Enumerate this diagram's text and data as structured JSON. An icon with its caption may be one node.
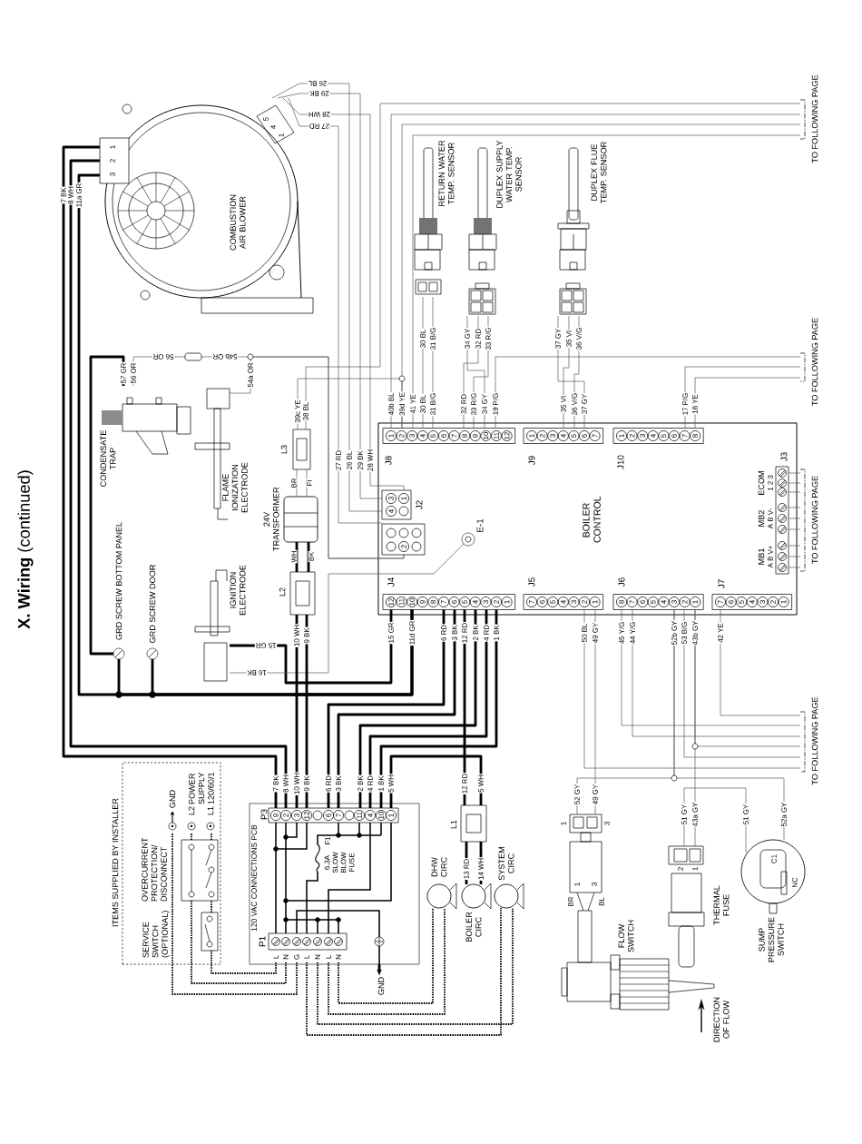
{
  "diagram": {
    "title": "**X. Wiring** (continued)",
    "nodes": [
      {
        "text": [
          "COMBUSTION AIR BLOWER",
          "1",
          "2",
          "3",
          "5",
          "4",
          "1"
        ]
      },
      {
        "text": [
          "TO FOLLOWING PAGE"
        ]
      },
      {
        "text": [
          "RETURN WATER TEMP. SENSOR"
        ]
      },
      {
        "text": [
          "DUPLEX SUPPLY WATER TEMP. SENSOR"
        ]
      },
      {
        "text": [
          "DUPLEX FLUE TEMP. SENSOR"
        ]
      },
      {
        "text": [
          "CONDENSATE TRAP"
        ]
      },
      {
        "text": [
          "FLAME IONIZATION ELECTRODE"
        ]
      },
      {
        "text": [
          "L3"
        ]
      },
      {
        "text": [
          "24V TRANSFORMER"
        ]
      },
      {
        "text": [
          "L2"
        ]
      },
      {
        "text": [
          "IGNITION ELECTRODE"
        ]
      },
      {
        "text": [
          "GRD SCREW BOTTOM PANEL"
        ]
      },
      {
        "text": [
          "GRD SCREW DOOR"
        ]
      },
      {
        "text": [
          "TO FOLLOWING PAGE"
        ]
      },
      {
        "text": [
          "BOILER CONTROL"
        ]
      },
      {
        "text": [
          "J8",
          "1",
          "2",
          "3",
          "4",
          "5",
          "6",
          "7",
          "8",
          "9",
          "10",
          "11",
          "12"
        ],
        "in": 14
      },
      {
        "text": [
          "J9",
          "1",
          "2",
          "3",
          "4",
          "5",
          "6",
          "7"
        ],
        "in": 14
      },
      {
        "text": [
          "J10",
          "1",
          "2",
          "3",
          "4",
          "5",
          "6",
          "7",
          "8"
        ],
        "in": 14
      },
      {
        "text": [
          "J2",
          "3",
          "1",
          "4",
          "2"
        ],
        "in": 14
      },
      {
        "text": [
          "E-1"
        ],
        "in": 14
      },
      {
        "text": [
          "J3",
          "ECOM",
          "1 2 3",
          "MB2",
          "A B V-",
          "MB1",
          "A B V+"
        ],
        "in": 14
      },
      {
        "text": [
          "J4",
          "12",
          "11",
          "10",
          "9",
          "8",
          "7",
          "6",
          "5",
          "4",
          "3",
          "2",
          "1"
        ],
        "in": 14
      },
      {
        "text": [
          "J5",
          "7",
          "6",
          "5",
          "4",
          "3",
          "2",
          "1"
        ],
        "in": 14
      },
      {
        "text": [
          "J6",
          "8",
          "7",
          "6",
          "5",
          "4",
          "3",
          "2",
          "1"
        ],
        "in": 14
      },
      {
        "text": [
          "J7",
          "7",
          "6",
          "5",
          "4",
          "3",
          "2",
          "1"
        ],
        "in": 14
      },
      {
        "text": [
          "TO FOLLOWING PAGE"
        ]
      },
      {
        "text": [
          "TO FOLLOWING PAGE"
        ]
      },
      {
        "text": [
          "ITEMS SUPPLIED BY INSTALLER"
        ]
      },
      {
        "text": [
          "POWER SUPPLY 120/60/1",
          "GND",
          "L2",
          "L1"
        ],
        "in": 27
      },
      {
        "text": [
          "OVERCURRENT PROTECTION/ DISCONNECT"
        ],
        "in": 27
      },
      {
        "text": [],
        "shape": "box",
        "in": 27
      },
      {
        "text": [
          "120 VAC CONNECTIONS PCB"
        ]
      },
      {
        "text": [
          "P3",
          "9",
          "2",
          "3",
          "12",
          "6",
          "7",
          "11",
          "4",
          "10",
          "1"
        ],
        "in": 31
      },
      {
        "text": [
          "F1",
          "6.3A SLOW BLOW FUSE"
        ],
        "in": 31
      },
      {
        "text": [
          "P1",
          "L",
          "N",
          "G",
          "L",
          "N",
          "L",
          "N"
        ],
        "in": 31
      },
      {
        "text": [
          "GND"
        ]
      },
      {
        "text": [
          "L1"
        ]
      },
      {
        "text": [
          "DHW CIRC"
        ]
      },
      {
        "text": [
          "BOILER CIRC"
        ]
      },
      {
        "text": [
          "SYSTEM CIRC"
        ]
      },
      {
        "text": [
          "FLOW SWITCH",
          "1",
          "3",
          "1",
          "3"
        ]
      },
      {
        "text": [
          "THERMAL FUSE",
          "2",
          "1"
        ]
      },
      {
        "text": [
          "SUMP PRESSURE SWITCH",
          "C1",
          "NC"
        ]
      }
    ],
    "edges": [
      {
        "from": 0,
        "to": 18,
        "arrow": "none"
      },
      {
        "from": 0,
        "to": 18,
        "arrow": "none"
      },
      {
        "from": 0,
        "to": 18,
        "arrow": "none"
      },
      {
        "from": 0,
        "to": 18,
        "arrow": "none"
      },
      {
        "from": 0,
        "to": 32,
        "arrow": "none",
        "style": "thick"
      },
      {
        "from": 0,
        "to": 32,
        "arrow": "none",
        "style": "thick"
      },
      {
        "from": 0,
        "to": 21,
        "arrow": "none",
        "style": "thick"
      },
      {
        "from": 5,
        "to": 11,
        "arrow": "none",
        "style": "thick"
      },
      {
        "from": 11,
        "to": 21,
        "arrow": "none",
        "style": "thick"
      },
      {
        "from": 12,
        "to": 21,
        "arrow": "none",
        "style": "thick"
      },
      {
        "from": 5,
        "to": 18,
        "arrow": "none"
      },
      {
        "from": 6,
        "to": 18,
        "arrow": "none"
      },
      {
        "from": 7,
        "to": 1,
        "arrow": "none"
      },
      {
        "from": 7,
        "to": 15,
        "arrow": "none"
      },
      {
        "from": 15,
        "to": 1,
        "arrow": "none"
      },
      {
        "from": 15,
        "to": 1,
        "arrow": "none"
      },
      {
        "from": 15,
        "to": 1,
        "arrow": "none"
      },
      {
        "from": 2,
        "to": 15,
        "arrow": "none"
      },
      {
        "from": 2,
        "to": 15,
        "arrow": "none"
      },
      {
        "from": 3,
        "to": 15,
        "arrow": "none"
      },
      {
        "from": 3,
        "to": 15,
        "arrow": "none"
      },
      {
        "from": 3,
        "to": 15,
        "arrow": "none"
      },
      {
        "from": 15,
        "to": 13,
        "arrow": "none"
      },
      {
        "from": 4,
        "to": 16,
        "arrow": "none"
      },
      {
        "from": 4,
        "to": 16,
        "arrow": "none"
      },
      {
        "from": 4,
        "to": 16,
        "arrow": "none"
      },
      {
        "from": 17,
        "to": 13,
        "arrow": "none"
      },
      {
        "from": 17,
        "to": 13,
        "arrow": "none"
      },
      {
        "from": 20,
        "to": 25,
        "arrow": "none"
      },
      {
        "from": 20,
        "to": 25,
        "arrow": "none"
      },
      {
        "from": 20,
        "to": 25,
        "arrow": "none"
      },
      {
        "from": 20,
        "to": 25,
        "arrow": "none"
      },
      {
        "from": 20,
        "to": 25,
        "arrow": "none"
      },
      {
        "from": 20,
        "to": 25,
        "arrow": "none"
      },
      {
        "from": 20,
        "to": 25,
        "arrow": "none"
      },
      {
        "from": 20,
        "to": 25,
        "arrow": "none"
      },
      {
        "from": 20,
        "to": 25,
        "arrow": "none"
      },
      {
        "from": 21,
        "to": 10,
        "arrow": "none",
        "style": "thick"
      },
      {
        "from": 10,
        "to": 19,
        "arrow": "none"
      },
      {
        "from": 9,
        "to": 32,
        "arrow": "none",
        "style": "thick"
      },
      {
        "from": 9,
        "to": 32,
        "arrow": "none",
        "style": "thick"
      },
      {
        "from": 9,
        "to": 8,
        "arrow": "none",
        "style": "thick",
        "label": "WH"
      },
      {
        "from": 9,
        "to": 8,
        "arrow": "none",
        "style": "thick",
        "label": "BK"
      },
      {
        "from": 7,
        "to": 8,
        "arrow": "none",
        "label": "BR"
      },
      {
        "from": 7,
        "to": 8,
        "arrow": "none",
        "label": "PI"
      },
      {
        "from": 21,
        "to": 32,
        "arrow": "none",
        "style": "thick"
      },
      {
        "from": 21,
        "to": 32,
        "arrow": "none",
        "style": "thick"
      },
      {
        "from": 21,
        "to": 36,
        "arrow": "none",
        "style": "thick"
      },
      {
        "from": 21,
        "to": 32,
        "arrow": "none",
        "style": "thick"
      },
      {
        "from": 21,
        "to": 32,
        "arrow": "none",
        "style": "thick"
      },
      {
        "from": 21,
        "to": 32,
        "arrow": "none",
        "style": "thick"
      },
      {
        "from": 32,
        "to": 36,
        "arrow": "none",
        "style": "thick"
      },
      {
        "from": 36,
        "to": 38,
        "arrow": "none",
        "style": "thick"
      },
      {
        "from": 36,
        "to": 38,
        "arrow": "none",
        "style": "thick"
      },
      {
        "from": 34,
        "to": 30,
        "arrow": "none",
        "style": "dashed"
      },
      {
        "from": 34,
        "to": 29,
        "arrow": "none",
        "style": "dashed"
      },
      {
        "from": 34,
        "to": 28,
        "arrow": "none",
        "style": "dashed"
      },
      {
        "from": 34,
        "to": 39,
        "arrow": "none",
        "style": "dashed"
      },
      {
        "from": 34,
        "to": 39,
        "arrow": "none",
        "style": "dashed"
      },
      {
        "from": 34,
        "to": 37,
        "arrow": "none",
        "style": "dashed"
      },
      {
        "from": 34,
        "to": 37,
        "arrow": "none",
        "style": "dashed"
      },
      {
        "from": 30,
        "to": 29,
        "arrow": "none",
        "style": "dashed"
      },
      {
        "from": 29,
        "to": 28,
        "arrow": "none",
        "style": "dashed"
      },
      {
        "from": 29,
        "to": 28,
        "arrow": "none",
        "style": "dashed"
      },
      {
        "from": 31,
        "to": 35,
        "arrow": "to",
        "style": "thick"
      },
      {
        "from": 22,
        "to": 40,
        "arrow": "none"
      },
      {
        "from": 22,
        "to": 26,
        "arrow": "none"
      },
      {
        "from": 23,
        "to": 26,
        "arrow": "none"
      },
      {
        "from": 23,
        "to": 26,
        "arrow": "none"
      },
      {
        "from": 23,
        "to": 40,
        "arrow": "none"
      },
      {
        "from": 23,
        "to": 42,
        "arrow": "none"
      },
      {
        "from": 23,
        "to": 26,
        "arrow": "none"
      },
      {
        "from": 23,
        "to": 26,
        "arrow": "none"
      },
      {
        "from": 23,
        "to": 41,
        "arrow": "none"
      },
      {
        "from": 41,
        "to": 42,
        "arrow": "none"
      },
      {
        "from": 24,
        "to": 26,
        "arrow": "none"
      }
    ],
    "labels": [
      "26 BL",
      "29 BK",
      "28 WH",
      "27 RD",
      "7 BK",
      "8 WH",
      "11a GR",
      "56 OR",
      "54b OR",
      "57 GR",
      "56 OR",
      "54a OR",
      "39c YE",
      "38 BL",
      "40b BL",
      "39d YE",
      "41 YE",
      "30 BL",
      "31 B/G",
      "32 RD",
      "33 R/G",
      "34 GY",
      "19 P/G",
      "35 VI",
      "36 V/G",
      "37 GY",
      "17 P/G",
      "18 YE",
      "30 BL",
      "31 B/G",
      "34 GY",
      "32 RD",
      "33 R/G",
      "37 GY",
      "35 VI",
      "36 V/G",
      "27 RD",
      "26 BL",
      "29 BK",
      "28 WH",
      "15 GR",
      "16 BK",
      "10 WH",
      "9 BK",
      "15 GR",
      "11d GR",
      "6 RD",
      "3 BK",
      "12 RD",
      "2 BK",
      "4 RD",
      "1 BK",
      "50 BL",
      "49 GY",
      "45 Y/G",
      "44 Y/G",
      "52b GY",
      "53 B/G",
      "43b GY",
      "42 YE",
      "7 BK",
      "8 WH",
      "10 WH",
      "9 BK",
      "6 RD",
      "3 BK",
      "2 BK",
      "4 RD",
      "1 BK",
      "5 WH",
      "12 RD",
      "5 WH",
      "13 RD",
      "14 WH",
      "52 GY",
      "49 GY",
      "51 GY",
      "43a GY",
      "51 GY",
      "52a GY",
      "BR",
      "BL",
      "DIRECTION OF FLOW",
      "SERVICE SWITCH (OPTIONAL)"
    ]
  }
}
